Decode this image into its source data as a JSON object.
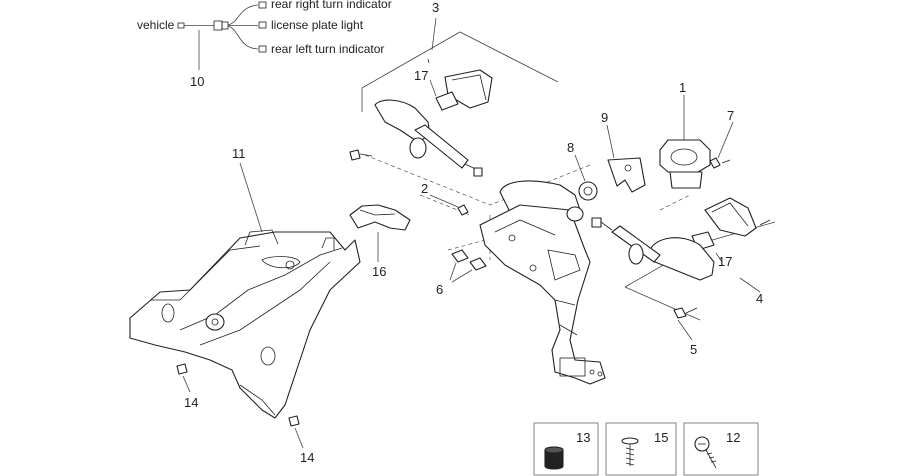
{
  "wiring": {
    "source": "vehicle",
    "outputs": [
      "rear right turn indicator",
      "license plate light",
      "rear left turn indicator"
    ],
    "callout": "10"
  },
  "callouts": {
    "c1": "1",
    "c2": "2",
    "c3": "3",
    "c4": "4",
    "c5": "5",
    "c6": "6",
    "c7": "7",
    "c8": "8",
    "c9": "9",
    "c11": "11",
    "c14a": "14",
    "c14b": "14",
    "c16": "16",
    "c17a": "17",
    "c17b": "17"
  },
  "kit": [
    "13",
    "15",
    "12"
  ]
}
